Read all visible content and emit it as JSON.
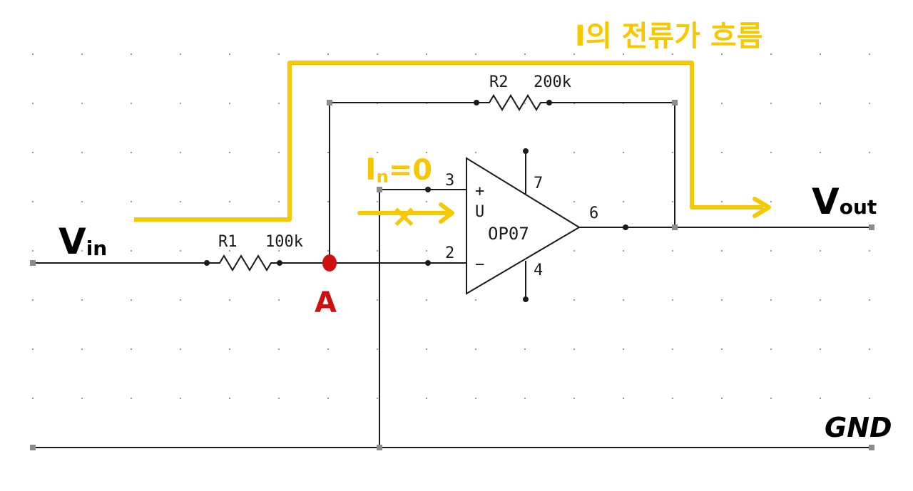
{
  "components": {
    "r1": {
      "name": "R1",
      "value": "100k"
    },
    "r2": {
      "name": "R2",
      "value": "200k"
    },
    "opamp": {
      "model": "OP07",
      "symbol_u": "U",
      "plus": "+",
      "minus": "−",
      "pin_noninverting": "3",
      "pin_inverting": "2",
      "pin_output": "6",
      "pin_v_pos": "7",
      "pin_v_neg": "4"
    }
  },
  "annotations": {
    "vin": "V",
    "vin_sub": "in",
    "vout": "V",
    "vout_sub": "out",
    "gnd": "GND",
    "node_a": "A",
    "input_current": "I",
    "input_current_sub": "n",
    "input_current_value": "=0",
    "current_flow_note": "I의 전류가 흐름",
    "blocked_mark": "×"
  },
  "colors": {
    "wire": "#1a1a1a",
    "grid_dot": "#9a9a9a",
    "terminal": "#8c8c8c",
    "annotation_yellow": "#f5c800",
    "node_red": "#d01010"
  }
}
